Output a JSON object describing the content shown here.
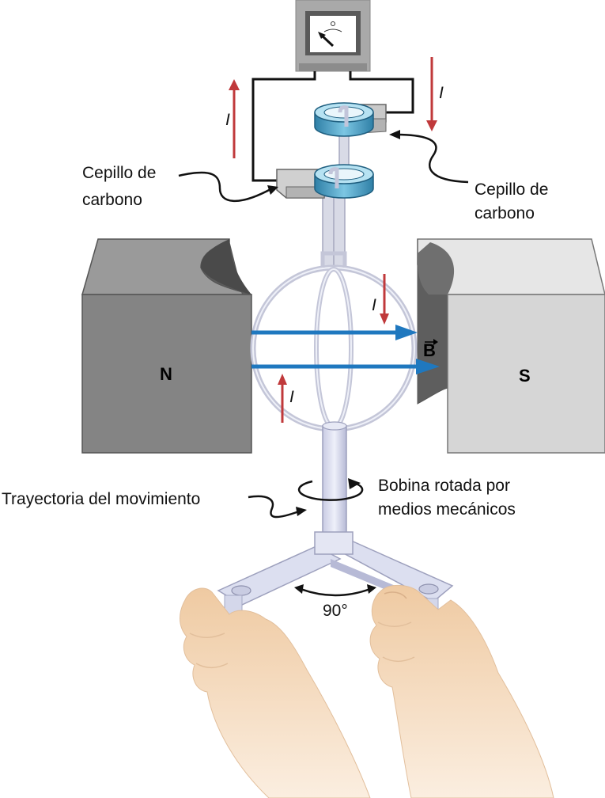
{
  "labels": {
    "brush_left_line1": "Cepillo de",
    "brush_left_line2": "carbono",
    "brush_right_line1": "Cepillo de",
    "brush_right_line2": "carbono",
    "current_symbol": "I",
    "field_symbol": "B",
    "north_pole": "N",
    "south_pole": "S",
    "path_of_motion": "Trayectoria del movimiento",
    "coil_rotated_line1": "Bobina rotada por",
    "coil_rotated_line2": "medios mecánicos",
    "angle": "90°"
  },
  "colors": {
    "current_arrow": "#c0393b",
    "field_arrow": "#1f78bf",
    "ring_metal": "#4aa3c9",
    "north_magnet": "#808080",
    "south_magnet": "#d6d6d6",
    "hand_skin": "#f2d2b0"
  },
  "icons": {
    "meter": "galvanometer-icon",
    "hands": "hands-icon"
  }
}
